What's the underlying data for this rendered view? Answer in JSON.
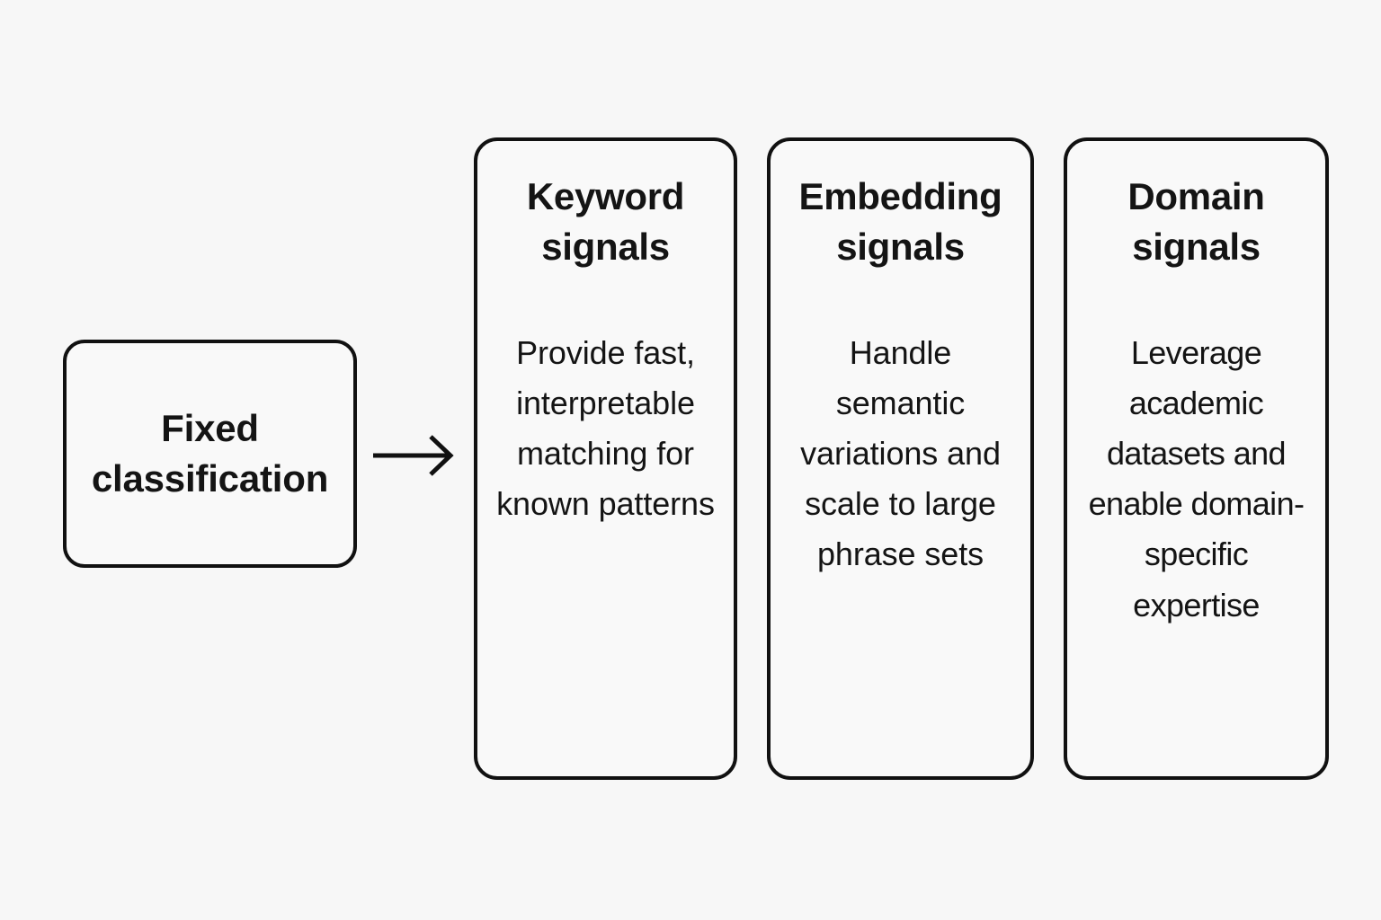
{
  "diagram": {
    "background_color": "#f7f7f7",
    "stroke_color": "#111111",
    "text_color": "#141414",
    "source": {
      "label": "Fixed\nclassification"
    },
    "connector": {
      "icon": "arrow-right-icon"
    },
    "cards": [
      {
        "title": "Keyword\nsignals",
        "body": "Provide fast, interpretable matching for known patterns"
      },
      {
        "title": "Embedding\nsignals",
        "body": "Handle semantic variations and scale to large phrase sets"
      },
      {
        "title": "Domain\nsignals",
        "body": "Leverage academic datasets and enable domain-specific expertise"
      }
    ]
  }
}
